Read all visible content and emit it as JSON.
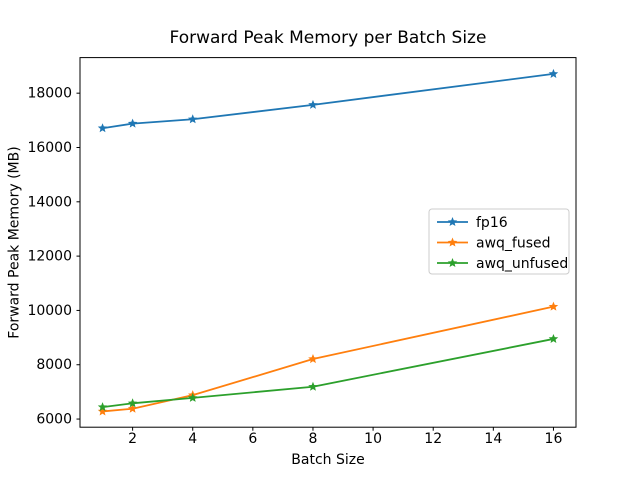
{
  "figure": {
    "background": "#ffffff"
  },
  "chart_data": {
    "type": "line",
    "title": "Forward Peak Memory per Batch Size",
    "xlabel": "Batch Size",
    "ylabel": "Forward Peak Memory (MB)",
    "x": [
      1,
      2,
      4,
      8,
      16
    ],
    "series": [
      {
        "name": "fp16",
        "color": "#1f77b4",
        "marker": "star",
        "values": [
          16710,
          16880,
          17040,
          17570,
          18710
        ]
      },
      {
        "name": "awq_fused",
        "color": "#ff7f0e",
        "marker": "star",
        "values": [
          6280,
          6380,
          6880,
          8210,
          10140
        ]
      },
      {
        "name": "awq_unfused",
        "color": "#2ca02c",
        "marker": "star",
        "values": [
          6440,
          6580,
          6780,
          7190,
          8950
        ]
      }
    ],
    "xlim": [
      0.25,
      16.75
    ],
    "ylim": [
      5700,
      19310
    ],
    "xticks": [
      2,
      4,
      6,
      8,
      10,
      12,
      14,
      16
    ],
    "yticks": [
      6000,
      8000,
      10000,
      12000,
      14000,
      16000,
      18000
    ],
    "grid": false,
    "legend": {
      "position": "center-right",
      "border_color": "#cccccc",
      "entries": [
        "fp16",
        "awq_fused",
        "awq_unfused"
      ]
    },
    "axis_color": "#000000"
  }
}
